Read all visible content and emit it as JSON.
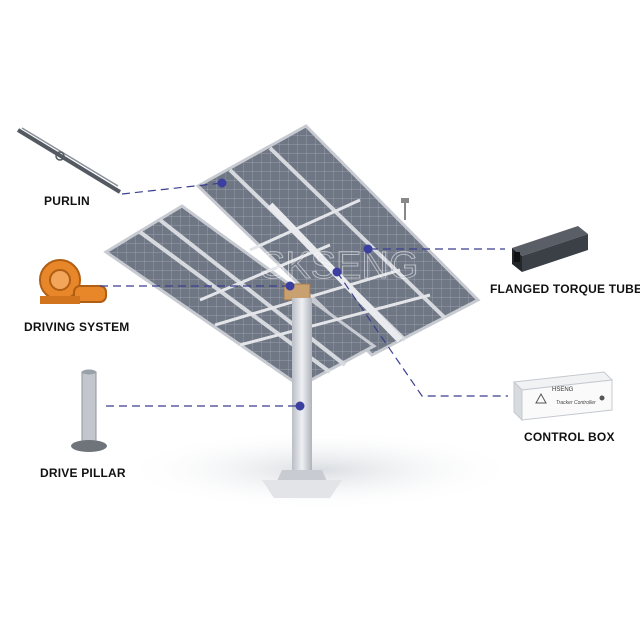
{
  "labels": {
    "purlin": "PURLIN",
    "driving_system": "DRIVING SYSTEM",
    "drive_pillar": "DRIVE PILLAR",
    "flanged_torque_tube": "FLANGED TORQUE TUBE",
    "control_box": "CONTROL BOX"
  },
  "control_box": {
    "brand": "HSENG",
    "caption": "Tracker Controller"
  },
  "colors": {
    "leader_line": "#3a3f8f",
    "marker_dot": "#3b3fa0",
    "panel_cell": "#6f7684",
    "panel_frame": "#c7cbd1",
    "driving_system": "#e8872a"
  }
}
